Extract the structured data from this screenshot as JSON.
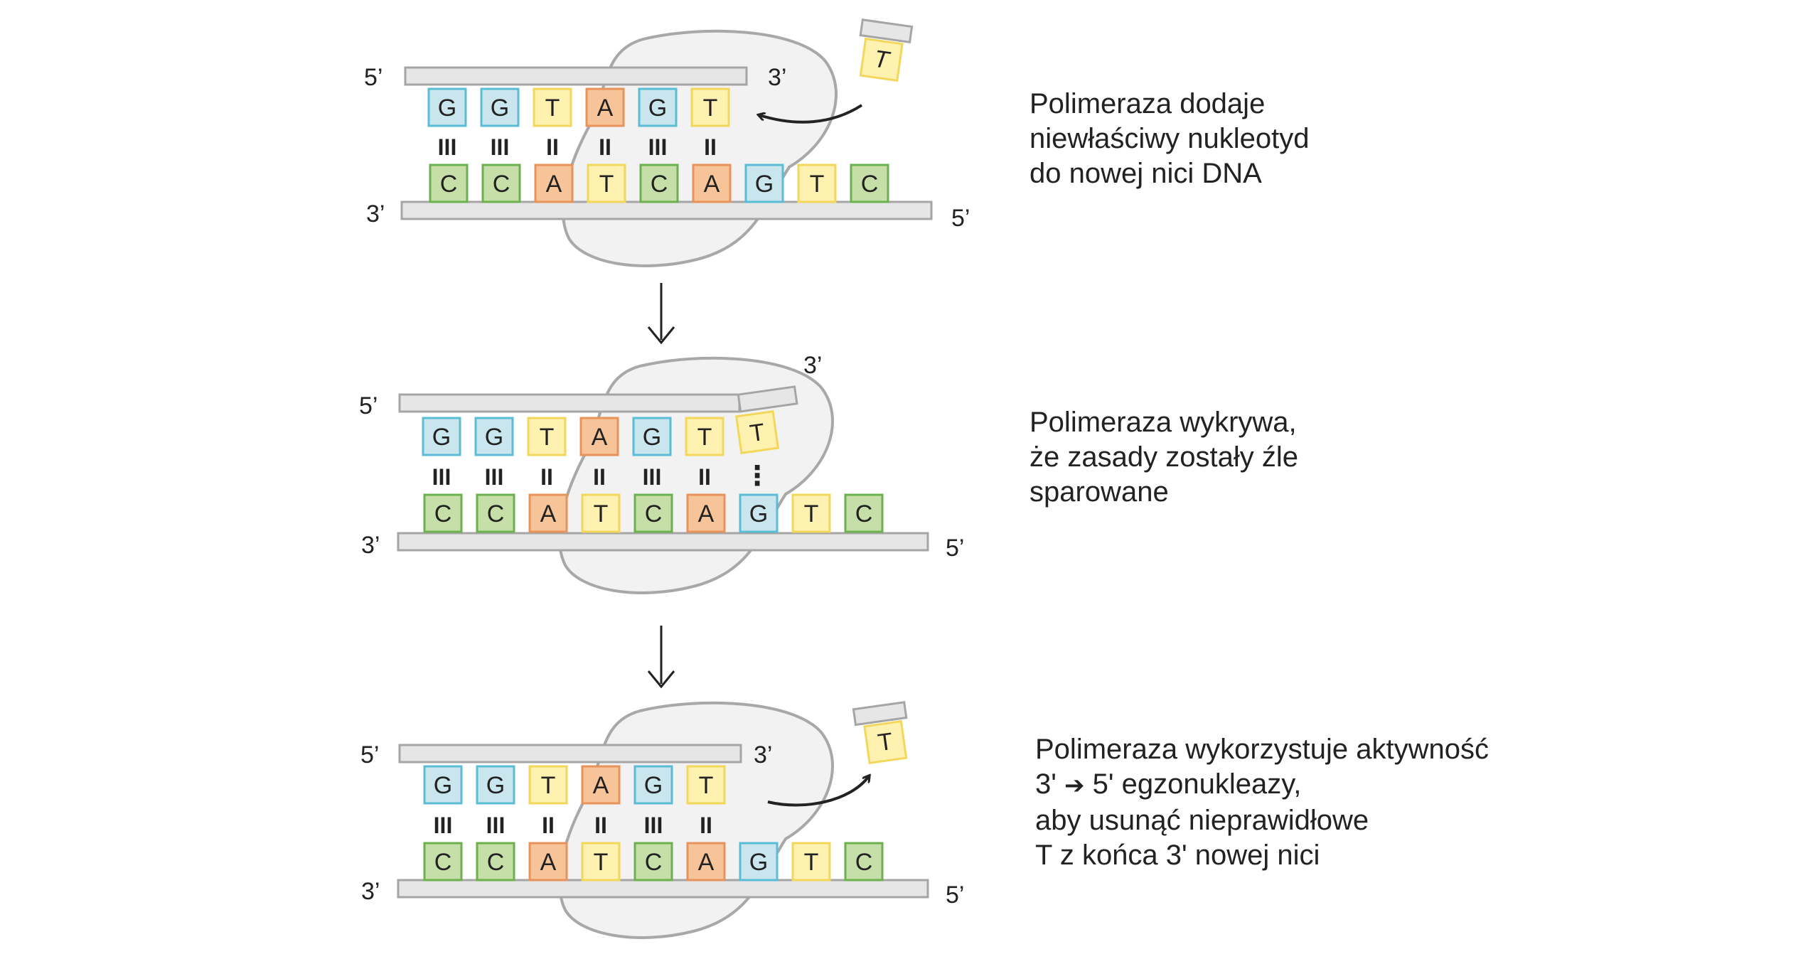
{
  "colors": {
    "G": {
      "fill": "#c9e6ef",
      "stroke": "#5bbcd6"
    },
    "C": {
      "fill": "#c6dfa8",
      "stroke": "#6db04e"
    },
    "A": {
      "fill": "#f7c399",
      "stroke": "#e8935a"
    },
    "T": {
      "fill": "#fff2b0",
      "stroke": "#f2d75b"
    },
    "backbone": {
      "fill": "#e6e6e6",
      "stroke": "#a5a5a5"
    },
    "polymerase": {
      "fill": "#f2f2f2",
      "stroke": "#a8a8a8"
    },
    "text": "#222222"
  },
  "strand_labels": {
    "five": "5’",
    "three": "3’"
  },
  "panels": [
    {
      "top_bases": [
        "G",
        "G",
        "T",
        "A",
        "G",
        "T"
      ],
      "bonds": [
        "III",
        "III",
        "II",
        "II",
        "III",
        "II"
      ],
      "bottom_bases": [
        "C",
        "C",
        "A",
        "T",
        "C",
        "A",
        "G",
        "T",
        "C"
      ],
      "free_nucleotide": "T",
      "caption": [
        "Polimeraza dodaje",
        "niewłaściwy nukleotyd",
        "do nowej nici DNA"
      ]
    },
    {
      "top_bases": [
        "G",
        "G",
        "T",
        "A",
        "G",
        "T",
        "T"
      ],
      "bonds": [
        "III",
        "III",
        "II",
        "II",
        "III",
        "II",
        "⋮"
      ],
      "bottom_bases": [
        "C",
        "C",
        "A",
        "T",
        "C",
        "A",
        "G",
        "T",
        "C"
      ],
      "caption": [
        "Polimeraza wykrywa,",
        "że zasady zostały źle",
        "sparowane"
      ]
    },
    {
      "top_bases": [
        "G",
        "G",
        "T",
        "A",
        "G",
        "T"
      ],
      "bonds": [
        "III",
        "III",
        "II",
        "II",
        "III",
        "II"
      ],
      "bottom_bases": [
        "C",
        "C",
        "A",
        "T",
        "C",
        "A",
        "G",
        "T",
        "C"
      ],
      "free_nucleotide": "T",
      "caption": {
        "line1": "Polimeraza wykorzystuje aktywność",
        "line2_start": "3'",
        "line2_arrow": "➔",
        "line2_end": "5' egzonukleazy,",
        "line3": "aby usunąć nieprawidłowe",
        "line4": "T z końca 3' nowej nici"
      }
    }
  ]
}
